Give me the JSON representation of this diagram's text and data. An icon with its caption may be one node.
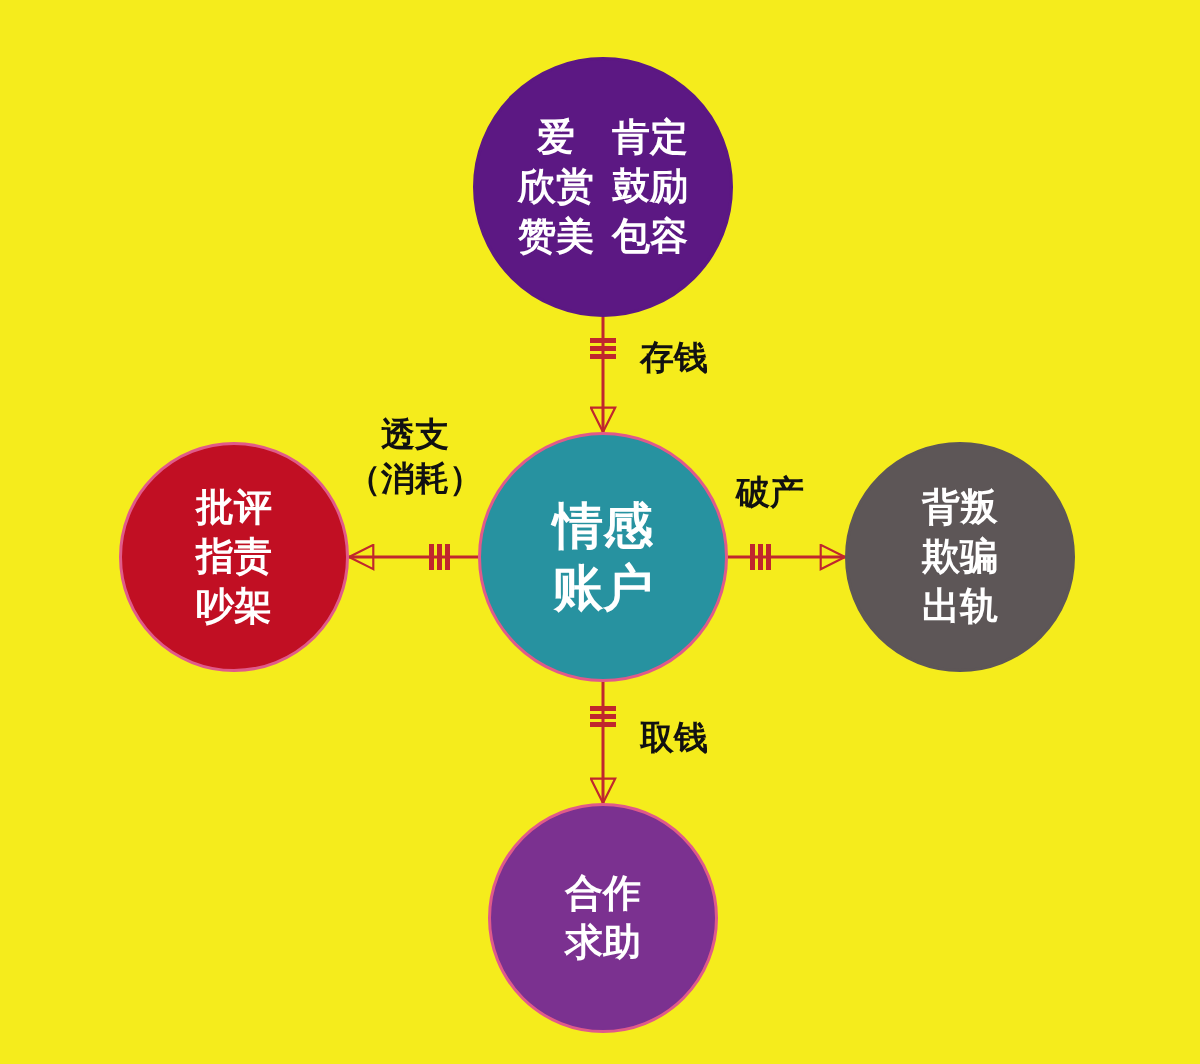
{
  "diagram": {
    "nodes": [
      {
        "text": [
          "爱",
          "肯定",
          "欣赏",
          "鼓励",
          "赞美",
          "包容"
        ]
      },
      {
        "text": [
          "情感账户"
        ]
      },
      {
        "text": [
          "批评",
          "指责",
          "吵架"
        ]
      },
      {
        "text": [
          "背叛",
          "欺骗",
          "出轨"
        ]
      },
      {
        "text": [
          "合作",
          "求助"
        ]
      }
    ],
    "edges": [
      {
        "from": 0,
        "to": 1,
        "arrow": "to",
        "label": "存钱"
      },
      {
        "from": 1,
        "to": 2,
        "arrow": "to",
        "label": "透支（消耗）"
      },
      {
        "from": 1,
        "to": 3,
        "arrow": "to",
        "label": "破产"
      },
      {
        "from": 1,
        "to": 4,
        "arrow": "to",
        "label": "取钱"
      }
    ]
  }
}
